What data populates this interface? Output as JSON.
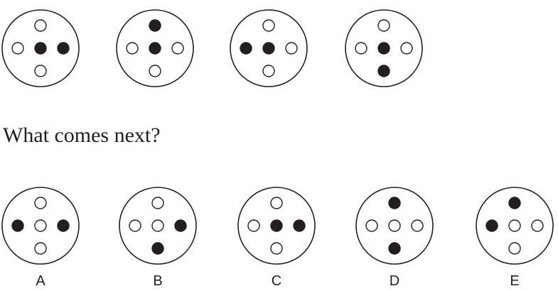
{
  "question": "What comes next?",
  "colors": {
    "outline": "#231f20",
    "filled": "#231f20",
    "empty": "#ffffff"
  },
  "sequence": [
    {
      "top": "empty",
      "left": "empty",
      "center": "filled",
      "right": "filled",
      "bottom": "empty"
    },
    {
      "top": "filled",
      "left": "empty",
      "center": "filled",
      "right": "empty",
      "bottom": "empty"
    },
    {
      "top": "empty",
      "left": "filled",
      "center": "filled",
      "right": "empty",
      "bottom": "empty"
    },
    {
      "top": "empty",
      "left": "empty",
      "center": "filled",
      "right": "empty",
      "bottom": "filled"
    }
  ],
  "options": [
    {
      "label": "A",
      "dots": {
        "top": "empty",
        "left": "filled",
        "center": "empty",
        "right": "filled",
        "bottom": "empty"
      }
    },
    {
      "label": "B",
      "dots": {
        "top": "empty",
        "left": "empty",
        "center": "empty",
        "right": "filled",
        "bottom": "filled"
      }
    },
    {
      "label": "C",
      "dots": {
        "top": "empty",
        "left": "empty",
        "center": "filled",
        "right": "filled",
        "bottom": "empty"
      }
    },
    {
      "label": "D",
      "dots": {
        "top": "filled",
        "left": "empty",
        "center": "empty",
        "right": "empty",
        "bottom": "filled"
      }
    },
    {
      "label": "E",
      "dots": {
        "top": "filled",
        "left": "filled",
        "center": "empty",
        "right": "empty",
        "bottom": "empty"
      }
    }
  ]
}
